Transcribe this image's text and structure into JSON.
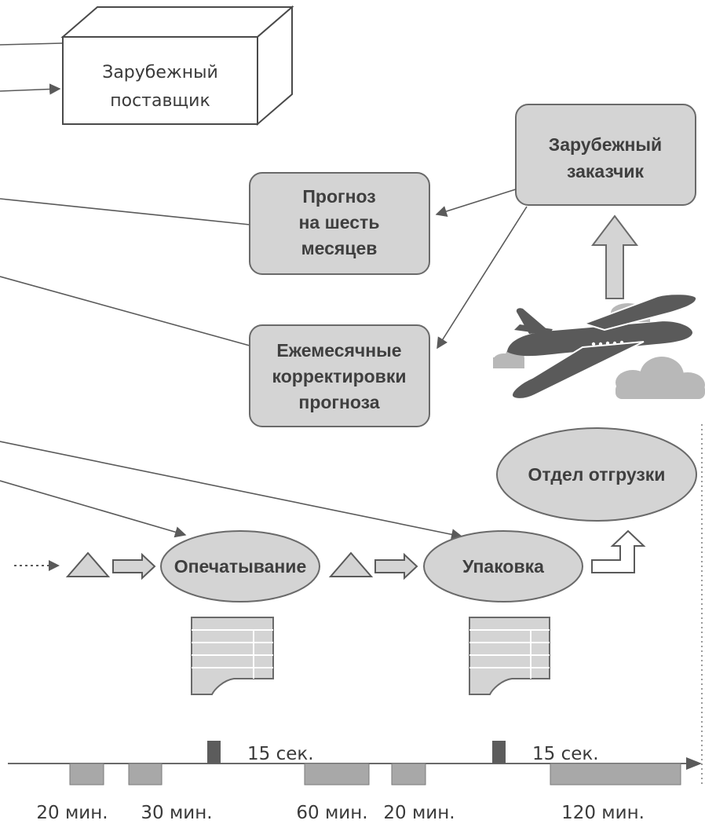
{
  "supplier": {
    "line1": "Зарубежный",
    "line2": "поставщик"
  },
  "customer": {
    "line1": "Зарубежный",
    "line2": "заказчик"
  },
  "forecast": {
    "line1": "Прогноз",
    "line2": "на шесть",
    "line3": "месяцев"
  },
  "monthly": {
    "line1": "Ежемесячные",
    "line2": "корректировки",
    "line3": "прогноза"
  },
  "shipping": {
    "label": "Отдел отгрузки"
  },
  "process_print": {
    "label": "Опечатывание"
  },
  "process_pack": {
    "label": "Упаковка"
  },
  "timeline": {
    "value_added_1": "15 сек.",
    "value_added_2": "15 сек.",
    "waits": [
      "20 мин.",
      "30 мин.",
      "60 мин.",
      "20 мин.",
      "120 мин."
    ]
  },
  "colors": {
    "box_fill": "#d4d4d4",
    "stroke": "#6a6a6a",
    "dark": "#5c5c5c",
    "cloud": "#b8b8b8"
  }
}
